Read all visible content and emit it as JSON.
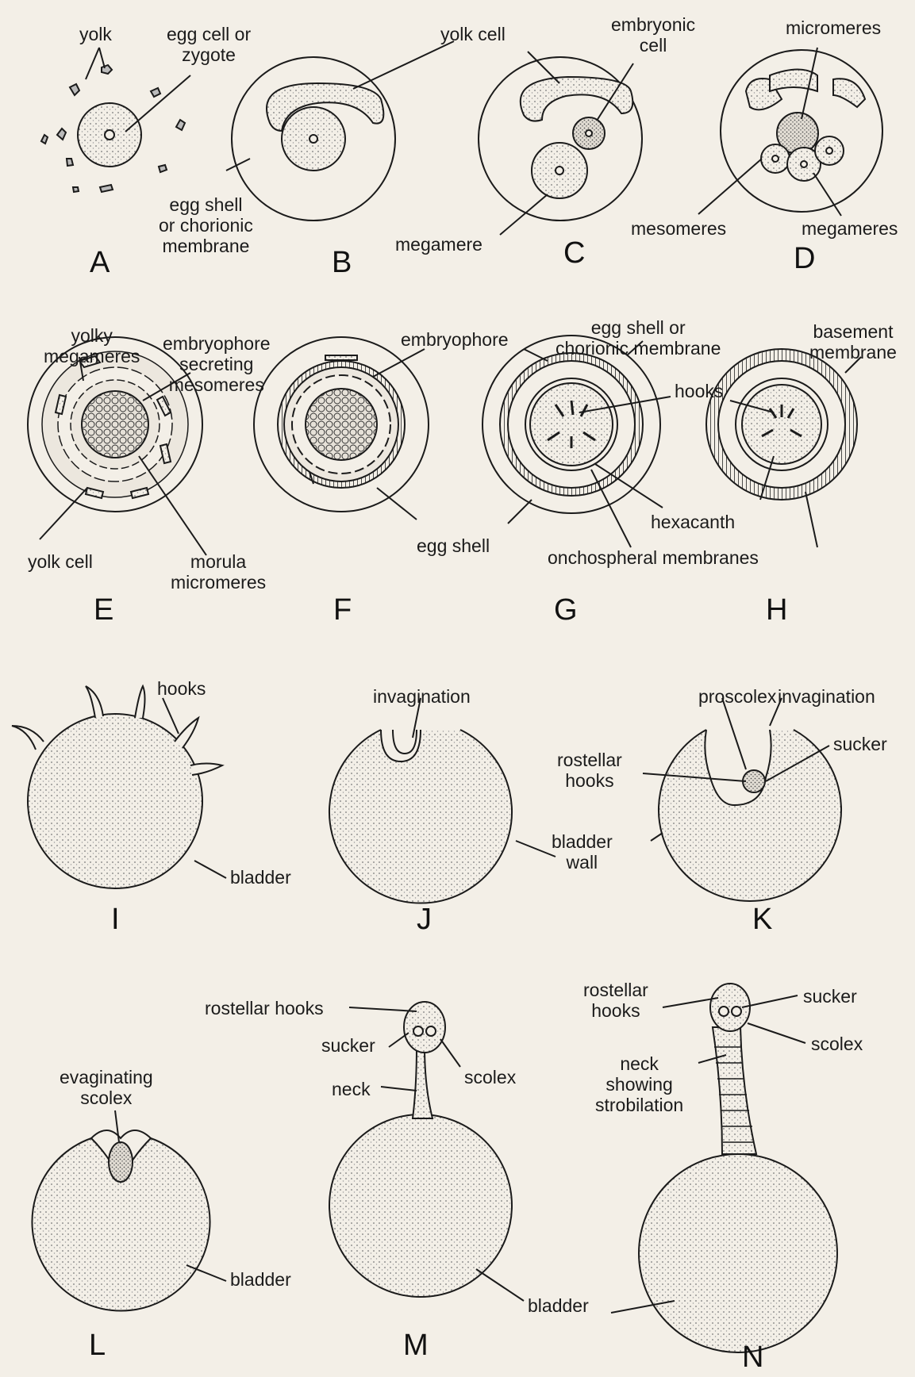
{
  "panels": {
    "A": {
      "letter": "A",
      "yolk": "yolk",
      "egg_cell": "egg cell or\nzygote",
      "egg_shell": "egg shell\nor chorionic\nmembrane"
    },
    "B": {
      "letter": "B",
      "yolk_cell": "yolk cell"
    },
    "C": {
      "letter": "C",
      "embryonic_cell": "embryonic\ncell",
      "megamere": "megamere"
    },
    "D": {
      "letter": "D",
      "micromeres": "micromeres",
      "mesomeres": "mesomeres",
      "megameres": "megameres"
    },
    "E": {
      "letter": "E",
      "yolky_megameres": "yolky\nmegameres",
      "embryophore_secreting": "embryophore\nsecreting\nmesomeres",
      "yolk_cell": "yolk cell",
      "morula": "morula\nmicromeres"
    },
    "F": {
      "letter": "F",
      "embryophore": "embryophore",
      "egg_shell": "egg shell"
    },
    "G": {
      "letter": "G",
      "egg_shell_chorionic": "egg shell or\nchorionic membrane",
      "hooks": "hooks",
      "hexacanth": "hexacanth",
      "onchospheral": "onchospheral membranes"
    },
    "H": {
      "letter": "H",
      "basement": "basement\nmembrane"
    },
    "I": {
      "letter": "I",
      "hooks": "hooks",
      "bladder": "bladder"
    },
    "J": {
      "letter": "J",
      "invagination": "invagination",
      "bladder_wall": "bladder\nwall"
    },
    "K": {
      "letter": "K",
      "proscolex": "proscolex",
      "invagination": "invagination",
      "rostellar_hooks": "rostellar\nhooks",
      "sucker": "sucker"
    },
    "L": {
      "letter": "L",
      "evaginating": "evaginating\nscolex",
      "bladder": "bladder"
    },
    "M": {
      "letter": "M",
      "rostellar_hooks": "rostellar hooks",
      "sucker": "sucker",
      "neck": "neck",
      "scolex": "scolex",
      "bladder": "bladder"
    },
    "N": {
      "letter": "N",
      "rostellar_hooks": "rostellar\nhooks",
      "sucker": "sucker",
      "scolex": "scolex",
      "neck": "neck\nshowing\nstrobilation",
      "bladder": "bladder"
    }
  },
  "colors": {
    "ink": "#1b1b1b",
    "paper": "#f3efe7",
    "cell_fill": "#d9d4cb"
  }
}
